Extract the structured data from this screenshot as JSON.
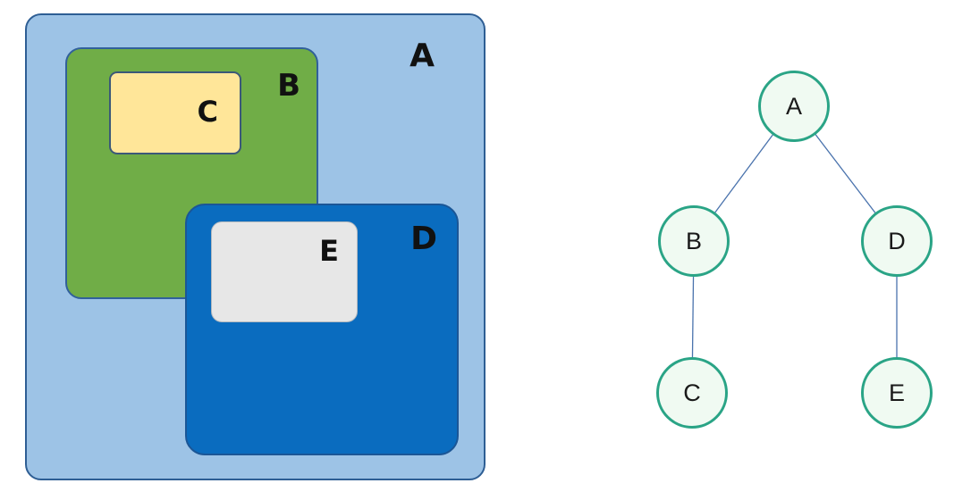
{
  "colors": {
    "box_a_fill": "#9dc3e6",
    "box_a_border": "#2e5e94",
    "box_b_fill": "#70ad47",
    "box_b_border": "#31609b",
    "box_c_fill": "#ffe699",
    "box_c_border": "#3b5878",
    "box_d_fill": "#0a6cbf",
    "box_d_border": "#1b5696",
    "box_e_fill": "#e7e7e7",
    "box_e_border": "#b3b9bf",
    "tree_node_fill": "#f0faf2",
    "tree_node_border": "#2aa486",
    "tree_edge": "#4a73ad",
    "label_text": "#111111"
  },
  "nested_diagram": {
    "boxes": [
      {
        "id": "A",
        "label": "A"
      },
      {
        "id": "B",
        "label": "B"
      },
      {
        "id": "C",
        "label": "C"
      },
      {
        "id": "D",
        "label": "D"
      },
      {
        "id": "E",
        "label": "E"
      }
    ]
  },
  "tree_diagram": {
    "nodes": [
      {
        "id": "A",
        "label": "A"
      },
      {
        "id": "B",
        "label": "B"
      },
      {
        "id": "D",
        "label": "D"
      },
      {
        "id": "C",
        "label": "C"
      },
      {
        "id": "E",
        "label": "E"
      }
    ],
    "edges": [
      {
        "from": "A",
        "to": "B"
      },
      {
        "from": "A",
        "to": "D"
      },
      {
        "from": "B",
        "to": "C"
      },
      {
        "from": "D",
        "to": "E"
      }
    ]
  }
}
